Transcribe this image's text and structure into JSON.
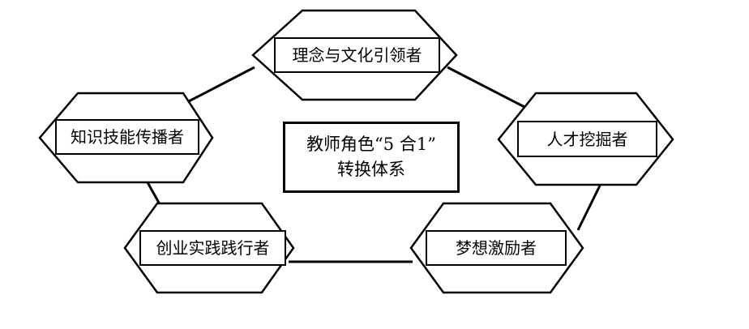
{
  "center": {
    "line1": "教师角色“5 合1”",
    "line2": "转换体系"
  },
  "roles": {
    "top": "理念与文化引领者",
    "left": "知识技能传播者",
    "right": "人才挖掘者",
    "bottom_left": "创业实践践行者",
    "bottom_right": "梦想激励者"
  },
  "colors": {
    "stroke": "#000000",
    "background": "#ffffff"
  }
}
